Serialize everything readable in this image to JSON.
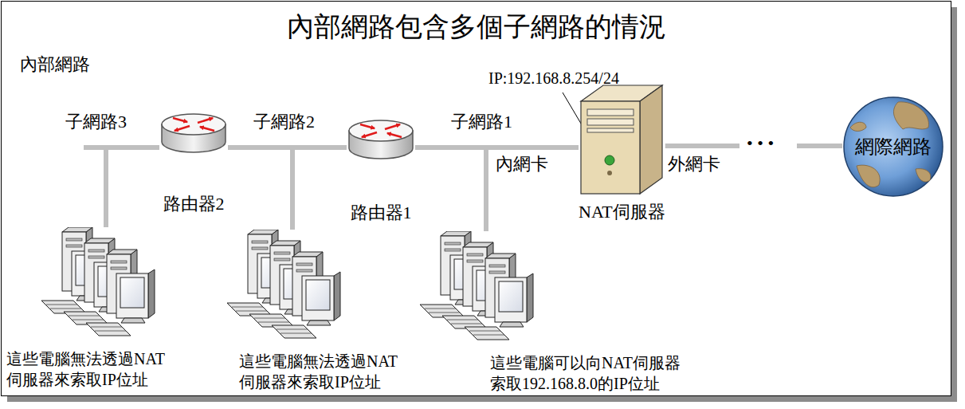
{
  "diagram": {
    "title": "內部網路包含多個子網路的情況",
    "nodes": [
      {
        "text": [
          "路由器2"
        ]
      },
      {
        "text": [
          "路由器1"
        ]
      },
      {
        "text": [
          "NAT伺服器"
        ]
      },
      {
        "text": [
          "網際網路"
        ]
      },
      {
        "text": [
          "這些電腦無法透過NAT 伺服器來索取IP位址"
        ]
      },
      {
        "text": [
          "這些電腦無法透過NAT 伺服器來索取IP位址"
        ]
      },
      {
        "text": [
          "這些電腦可以向NAT伺服器 索取192.168.8.0的IP位址"
        ]
      }
    ],
    "edges": [
      {
        "from": 0,
        "to": 4,
        "arrow": "none"
      },
      {
        "from": 0,
        "to": 1,
        "arrow": "none"
      },
      {
        "from": 0,
        "to": 5,
        "arrow": "none"
      },
      {
        "from": 1,
        "to": 6,
        "arrow": "none"
      },
      {
        "from": 1,
        "to": 2,
        "arrow": "none"
      },
      {
        "from": 2,
        "to": 3,
        "arrow": "none"
      }
    ],
    "labels": [
      "內部網路",
      "子網路3",
      "子網路2",
      "子網路1",
      "IP:192.168.8.254/24",
      "內網卡",
      "外網卡",
      "• • •"
    ]
  }
}
